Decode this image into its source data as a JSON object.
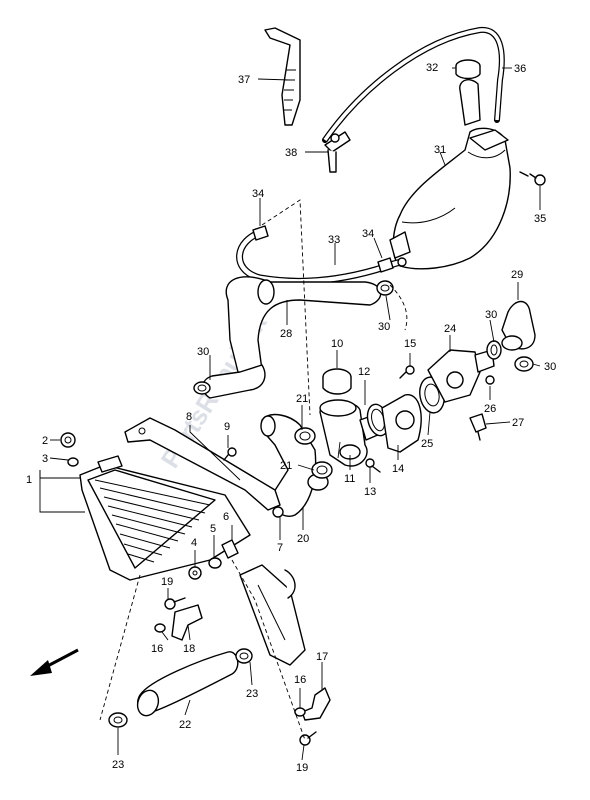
{
  "watermark": "PartsRepublik",
  "callouts": [
    {
      "id": "c1",
      "text": "1"
    },
    {
      "id": "c2",
      "text": "2"
    },
    {
      "id": "c3",
      "text": "3"
    },
    {
      "id": "c4",
      "text": "4"
    },
    {
      "id": "c5",
      "text": "5"
    },
    {
      "id": "c6",
      "text": "6"
    },
    {
      "id": "c7",
      "text": "7"
    },
    {
      "id": "c8",
      "text": "8"
    },
    {
      "id": "c9",
      "text": "9"
    },
    {
      "id": "c10",
      "text": "10"
    },
    {
      "id": "c11",
      "text": "11"
    },
    {
      "id": "c12",
      "text": "12"
    },
    {
      "id": "c13",
      "text": "13"
    },
    {
      "id": "c14",
      "text": "14"
    },
    {
      "id": "c15",
      "text": "15"
    },
    {
      "id": "c16a",
      "text": "16"
    },
    {
      "id": "c16b",
      "text": "16"
    },
    {
      "id": "c17",
      "text": "17"
    },
    {
      "id": "c18",
      "text": "18"
    },
    {
      "id": "c19a",
      "text": "19"
    },
    {
      "id": "c19b",
      "text": "19"
    },
    {
      "id": "c20",
      "text": "20"
    },
    {
      "id": "c21a",
      "text": "21"
    },
    {
      "id": "c21b",
      "text": "21"
    },
    {
      "id": "c22",
      "text": "22"
    },
    {
      "id": "c23a",
      "text": "23"
    },
    {
      "id": "c23b",
      "text": "23"
    },
    {
      "id": "c24",
      "text": "24"
    },
    {
      "id": "c25",
      "text": "25"
    },
    {
      "id": "c26",
      "text": "26"
    },
    {
      "id": "c27",
      "text": "27"
    },
    {
      "id": "c28",
      "text": "28"
    },
    {
      "id": "c29",
      "text": "29"
    },
    {
      "id": "c30a",
      "text": "30"
    },
    {
      "id": "c30b",
      "text": "30"
    },
    {
      "id": "c30c",
      "text": "30"
    },
    {
      "id": "c30d",
      "text": "30"
    },
    {
      "id": "c30e",
      "text": "30"
    },
    {
      "id": "c31",
      "text": "31"
    },
    {
      "id": "c32",
      "text": "32"
    },
    {
      "id": "c33",
      "text": "33"
    },
    {
      "id": "c34a",
      "text": "34"
    },
    {
      "id": "c34b",
      "text": "34"
    },
    {
      "id": "c35",
      "text": "35"
    },
    {
      "id": "c36",
      "text": "36"
    },
    {
      "id": "c37",
      "text": "37"
    },
    {
      "id": "c38",
      "text": "38"
    }
  ]
}
